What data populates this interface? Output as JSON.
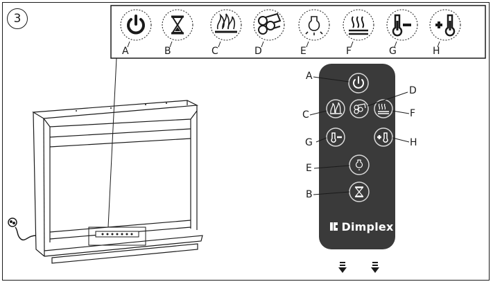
{
  "step_number": "3",
  "icon_strip": [
    {
      "label": "A",
      "icon": "power-icon"
    },
    {
      "label": "B",
      "icon": "hourglass-timer-icon"
    },
    {
      "label": "C",
      "icon": "flame-icon"
    },
    {
      "label": "D",
      "icon": "logs-icon"
    },
    {
      "label": "E",
      "icon": "light-bulb-icon"
    },
    {
      "label": "F",
      "icon": "heat-waves-icon"
    },
    {
      "label": "G",
      "icon": "temperature-down-icon"
    },
    {
      "label": "H",
      "icon": "temperature-up-icon"
    }
  ],
  "remote": {
    "brand": "Dimplex",
    "labels": {
      "a": "A",
      "b": "B",
      "c": "C",
      "d": "D",
      "e": "E",
      "f": "F",
      "g": "G",
      "h": "H"
    }
  },
  "colors": {
    "remote_body": "#3a3a3a",
    "line": "#1a1a1a",
    "button_ring": "#d9d9d9"
  }
}
